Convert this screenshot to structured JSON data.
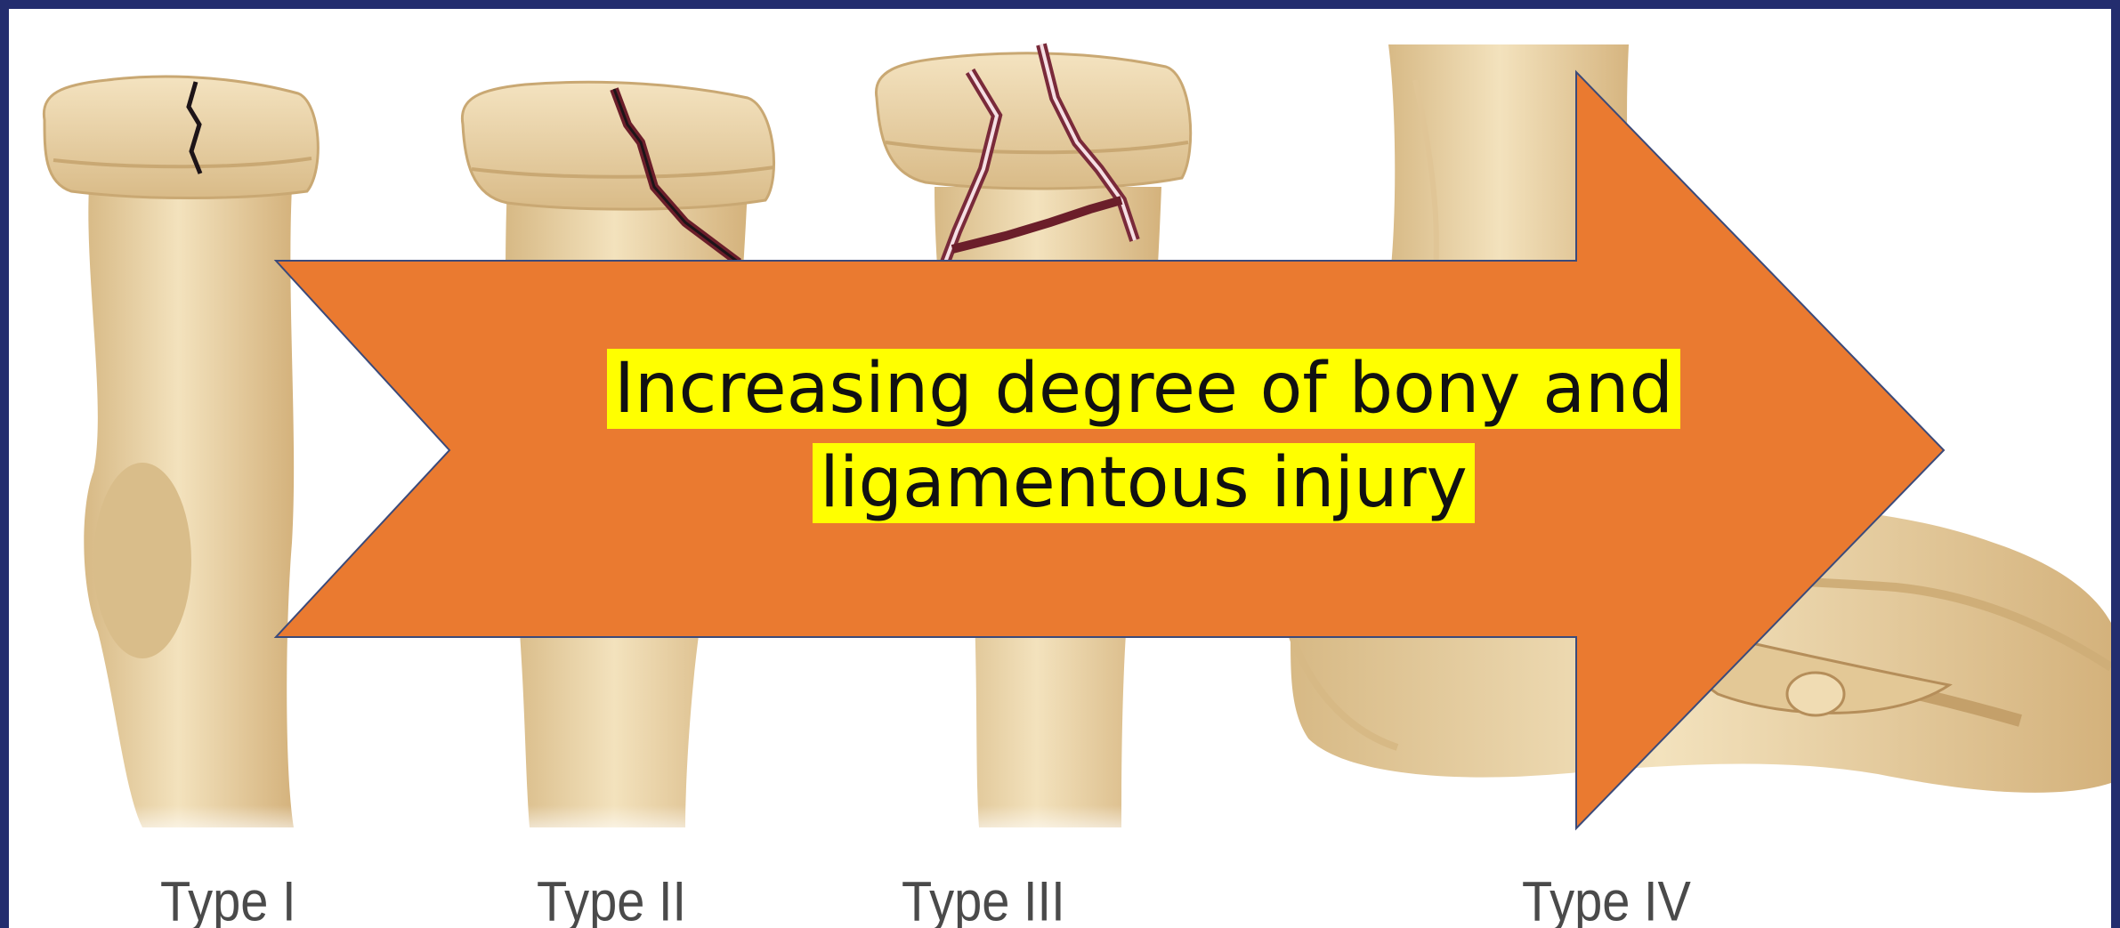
{
  "banner": {
    "line1": "Increasing degree of bony and",
    "line2": "ligamentous injury",
    "highlight_color": "#ffff00",
    "arrow_color": "#ea7a30"
  },
  "types": [
    {
      "label": "Type I"
    },
    {
      "label": "Type II"
    },
    {
      "label": "Type III"
    },
    {
      "label": "Type IV"
    }
  ],
  "colors": {
    "frame": "#232d6e",
    "bone": "#ecd7a8",
    "bone_shadow": "#cfae78",
    "fracture": "#6b1e2a"
  }
}
